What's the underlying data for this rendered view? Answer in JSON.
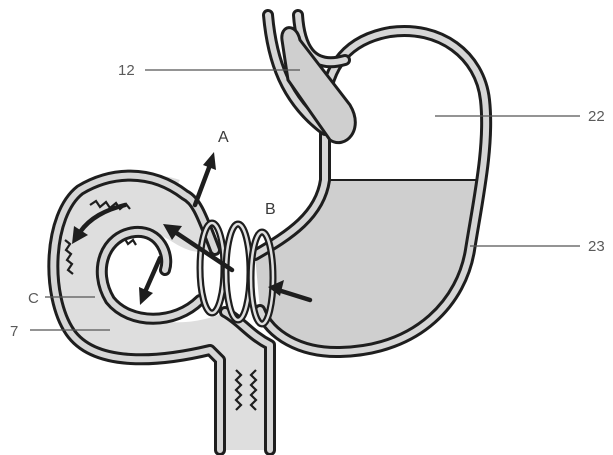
{
  "labels": {
    "esophagus": "12",
    "fundus": "22",
    "body": "23",
    "A": "A",
    "B": "B",
    "C": "C",
    "duodenum": "7"
  },
  "colors": {
    "outline": "#1e1e1e",
    "fluid": "#cfcfcf",
    "wall": "#d6d6d6",
    "background": "#ffffff"
  }
}
